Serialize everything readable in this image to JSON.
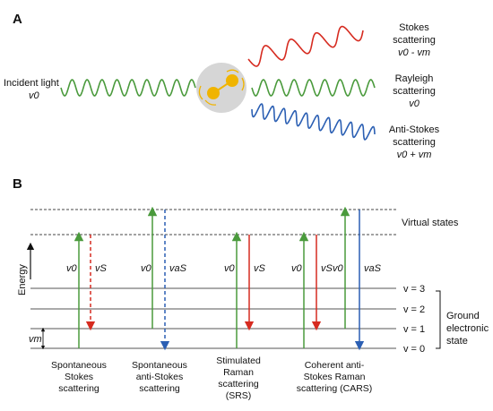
{
  "panel_a": {
    "label": "A",
    "incident": {
      "line1": "Incident light",
      "line2": "v0"
    },
    "stokes": {
      "line1": "Stokes",
      "line2": "scattering",
      "line3": "v0 - vm"
    },
    "rayleigh": {
      "line1": "Rayleigh",
      "line2": "scattering",
      "line3": "v0"
    },
    "anti_stokes": {
      "line1": "Anti-Stokes",
      "line2": "scattering",
      "line3": "v0 + vm"
    },
    "colors": {
      "incident": "#4a9a3c",
      "stokes": "#d62b20",
      "rayleigh": "#4a9a3c",
      "anti_stokes": "#2b5fb3"
    }
  },
  "panel_b": {
    "label": "B",
    "y_axis": "Energy",
    "virtual_states": "Virtual states",
    "levels": [
      "v = 3",
      "v = 2",
      "v = 1",
      "v = 0"
    ],
    "ground_state": {
      "line1": "Ground",
      "line2": "electronic",
      "line3": "state"
    },
    "vm_label": "vm",
    "processes": [
      {
        "line1": "Spontaneous",
        "line2": "Stokes",
        "line3": "scattering",
        "line4": "",
        "label_up": "v0",
        "label_down": "vS"
      },
      {
        "line1": "Spontaneous",
        "line2": "anti-Stokes",
        "line3": "scattering",
        "line4": "",
        "label_up": "v0",
        "label_down": "vaS"
      },
      {
        "line1": "Stimulated",
        "line2": "Raman",
        "line3": "scattering",
        "line4": "(SRS)",
        "label_up": "v0",
        "label_down": "vS"
      },
      {
        "line1": "Coherent anti-",
        "line2": "Stokes Raman",
        "line3": "scattering (CARS)",
        "line4": "",
        "label_up": "v0",
        "label_mid": "vS",
        "label_up2": "v0",
        "label_down": "vaS"
      }
    ],
    "colors": {
      "pump": "#4a9a3c",
      "stokes": "#d62b20",
      "anti_stokes": "#2b5fb3"
    }
  }
}
